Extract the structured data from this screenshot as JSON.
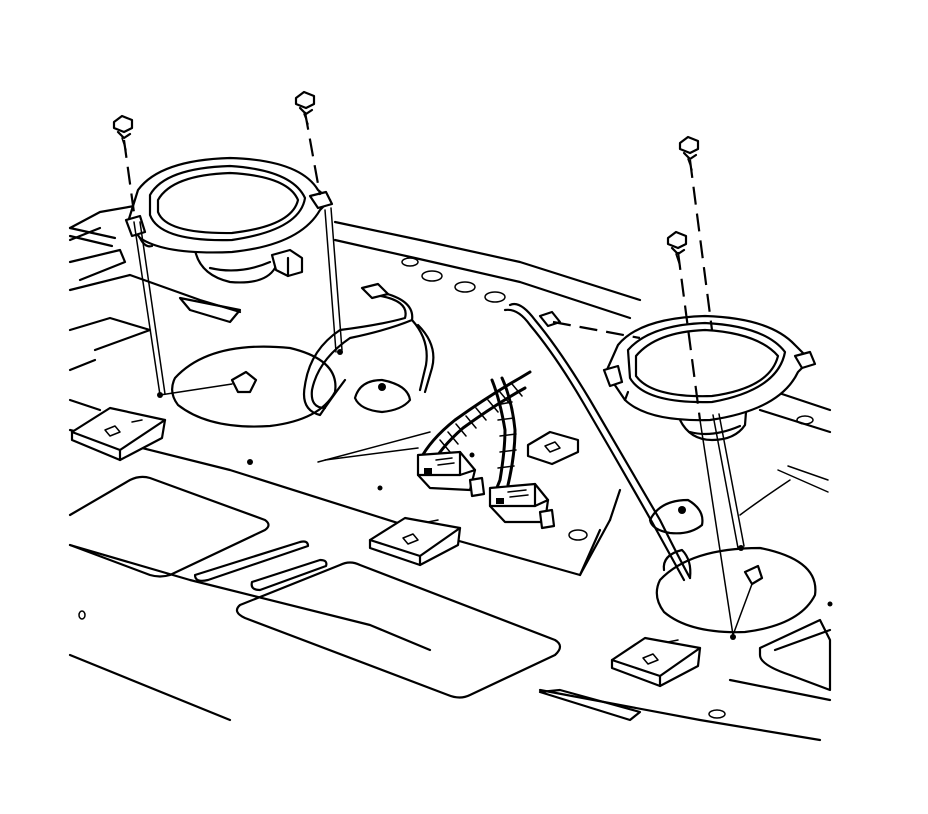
{
  "diagram": {
    "components": [
      "left-speaker",
      "right-speaker",
      "speaker-screw",
      "wiring-harness",
      "harness-connector",
      "rear-shelf-panel"
    ],
    "colors": {
      "line": "#000000",
      "background": "#ffffff"
    }
  }
}
